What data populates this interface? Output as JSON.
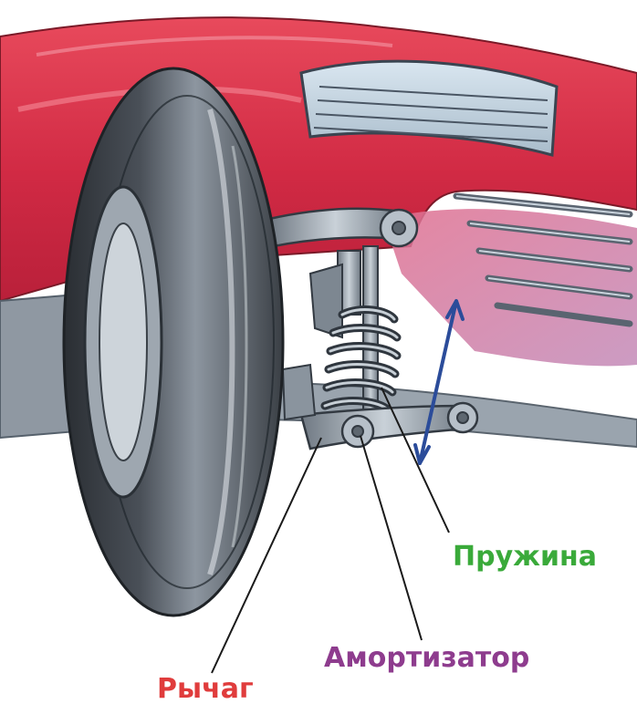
{
  "labels": {
    "spring": "Пружина",
    "shock_absorber": "Амортизатор",
    "lever": "Рычаг"
  },
  "colors": {
    "spring_label": "#3aaa3a",
    "shock_absorber_label": "#8e3c8e",
    "lever_label": "#e03c3c",
    "car_body": "#d8324a",
    "arrow": "#2b4c9a"
  }
}
